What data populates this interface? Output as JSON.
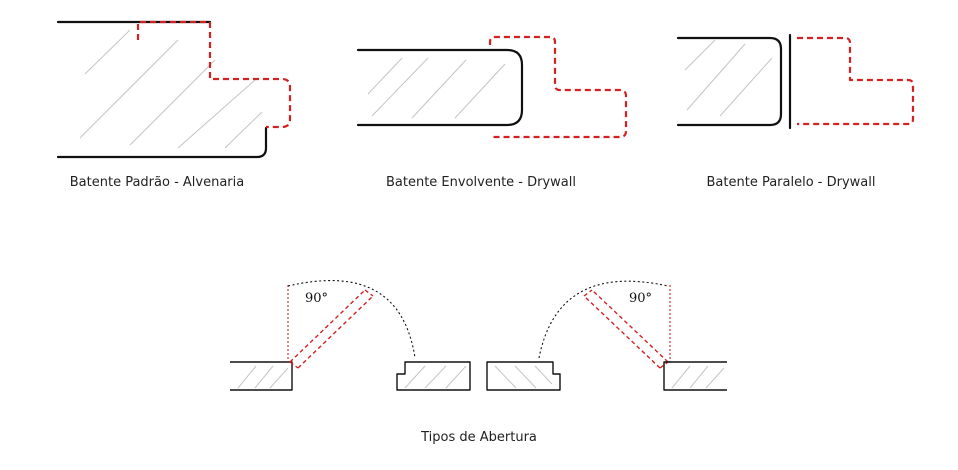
{
  "captions": {
    "padrao": "Batente Padrão - Alvenaria",
    "envolvente": "Batente Envolvente - Drywall",
    "paralelo": "Batente Paralelo - Drywall",
    "abertura": "Tipos de Abertura"
  },
  "angles": {
    "left": "90°",
    "right": "90°"
  },
  "colors": {
    "line": "#111111",
    "dashed_frame": "#d42020",
    "hatch": "#c4c4c4"
  }
}
